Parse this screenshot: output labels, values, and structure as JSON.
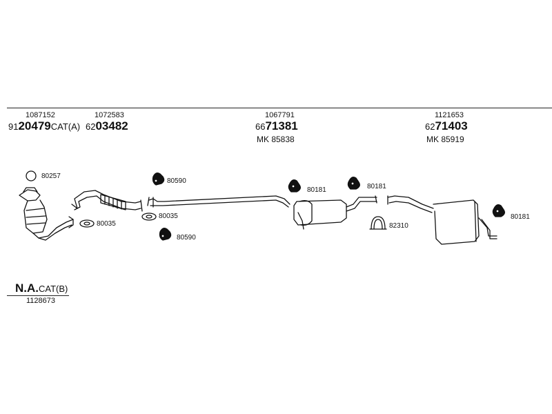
{
  "groups": [
    {
      "ref": "1087152",
      "prefix": "91",
      "main": "20479",
      "suffix": "CAT(A)"
    },
    {
      "ref": "1072583",
      "prefix": "62",
      "main": "03482",
      "suffix": ""
    },
    {
      "ref": "1067791",
      "prefix": "66",
      "main": "71381",
      "suffix": "",
      "mk": "MK  85838"
    },
    {
      "ref": "1121653",
      "prefix": "62",
      "main": "71403",
      "suffix": "",
      "mk": "MK  85919"
    }
  ],
  "parts": {
    "p80257": "80257",
    "p80035a": "80035",
    "p80590a": "80590",
    "p80035b": "80035",
    "p80590b": "80590",
    "p80181a": "80181",
    "p80181b": "80181",
    "p82310": "82310",
    "p80181c": "80181"
  },
  "footer": {
    "main": "N.A.",
    "suffix": "CAT(B)",
    "ref": "1128673"
  }
}
